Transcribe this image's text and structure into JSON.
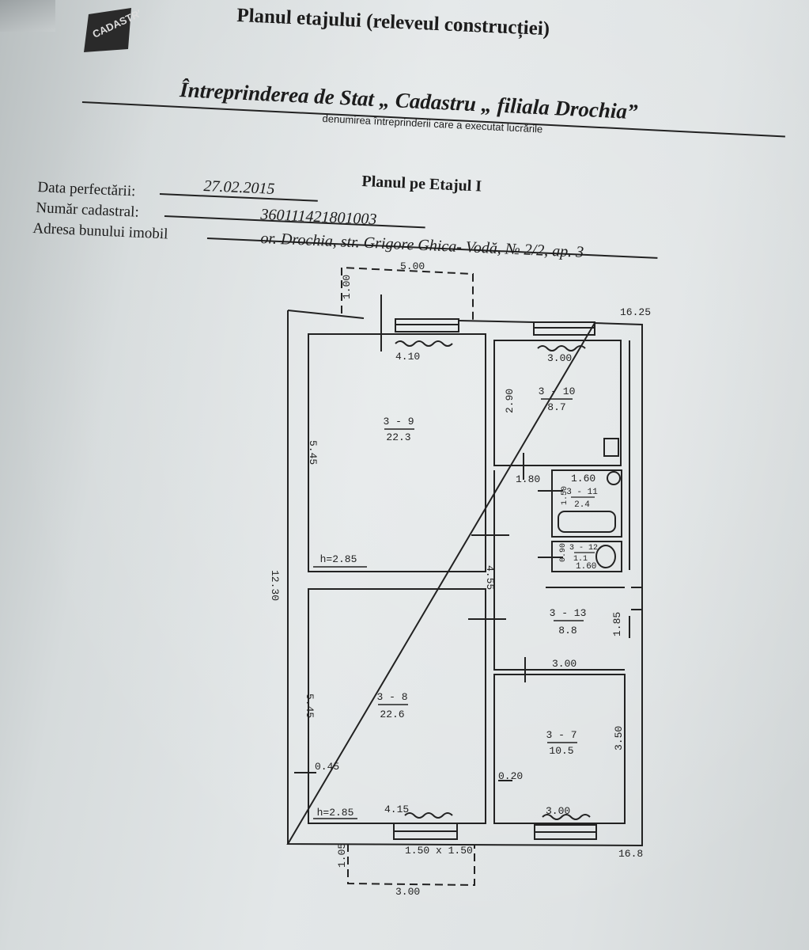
{
  "document": {
    "title": "Planul etajului (releveul construcției)",
    "organization": "Întreprinderea de Stat „ Cadastru „ filiala Drochia”",
    "organization_caption": "denumirea întreprinderii care a executat lucrările",
    "subtitle": "Planul pe Etajul I",
    "logo_text": "CADASTRU"
  },
  "meta": {
    "date_label": "Data perfectării:",
    "date_value": "27.02.2015",
    "cadastral_label": "Număr cadastral:",
    "cadastral_value": "360111421801003",
    "address_label": "Adresa bunului imobil",
    "address_value": "or. Drochia, str. Grigore Ghica- Vodă, № 2/2, ap. 3"
  },
  "plan": {
    "dimensions": {
      "top_balcony_width": "5.00",
      "top_balcony_depth": "1.00",
      "overall_height": "12.30",
      "top_right_mark": "16.25",
      "bottom_right_mark": "16.8",
      "room9_width": "4.10",
      "room9_height": "5.45",
      "room10_width": "3.00",
      "room10_height": "2.90",
      "corridor_width": "1.80",
      "bath_width": "1.60",
      "wc_depth": "0.90",
      "wc_width": "1.60",
      "hall_height": "4.55",
      "hall_side": "1.85",
      "hall_width": "3.00",
      "room8_height": "5.45",
      "wall_thickness": "0.45",
      "room8_width": "4.15",
      "partition": "0.20",
      "room7_width": "3.00",
      "room7_height": "3.50",
      "window_size": "1.50 x 1.50",
      "bottom_balcony_width": "3.00",
      "bottom_balcony_depth": "1.05",
      "bath_side": "1.50"
    },
    "rooms": [
      {
        "id": "3 - 9",
        "area": "22.3",
        "ceiling": "h=2.85"
      },
      {
        "id": "3 - 10",
        "area": "8.7"
      },
      {
        "id": "3 - 11",
        "area": "2.4"
      },
      {
        "id": "3 - 12",
        "area": "1.1"
      },
      {
        "id": "3 - 13",
        "area": "8.8"
      },
      {
        "id": "3 - 8",
        "area": "22.6",
        "ceiling": "h=2.85"
      },
      {
        "id": "3 - 7",
        "area": "10.5"
      }
    ]
  },
  "colors": {
    "ink": "#1c1c1c",
    "paper": "#dde1e2"
  }
}
